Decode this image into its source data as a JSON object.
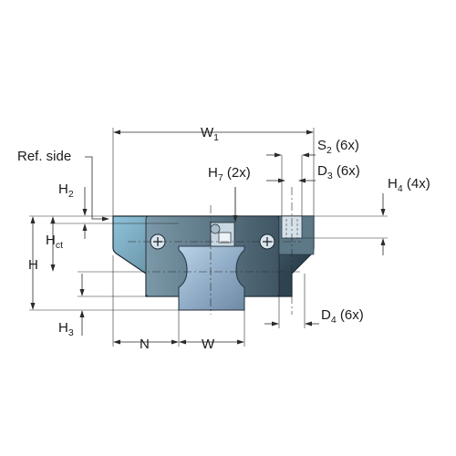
{
  "labels": {
    "w1": {
      "base": "W",
      "sub": "1"
    },
    "ref_side": "Ref. side",
    "s2": {
      "base": "S",
      "sub": "2",
      "suffix": " (6x)"
    },
    "d3": {
      "base": "D",
      "sub": "3",
      "suffix": " (6x)"
    },
    "h7": {
      "base": "H",
      "sub": "7",
      "suffix": " (2x)"
    },
    "h4": {
      "base": "H",
      "sub": "4",
      "suffix": " (4x)"
    },
    "h2": {
      "base": "H",
      "sub": "2"
    },
    "hct": {
      "base": "H",
      "sub": "ct"
    },
    "h": "H",
    "h3": {
      "base": "H",
      "sub": "3"
    },
    "d4": {
      "base": "D",
      "sub": "4",
      "suffix": " (6x)"
    },
    "n": "N",
    "w": "W"
  },
  "colors": {
    "carriage_light": "#8ec3da",
    "carriage_dark": "#2e4350",
    "rail_light": "#b9d3e8",
    "rail_dark": "#6f8aa6"
  }
}
